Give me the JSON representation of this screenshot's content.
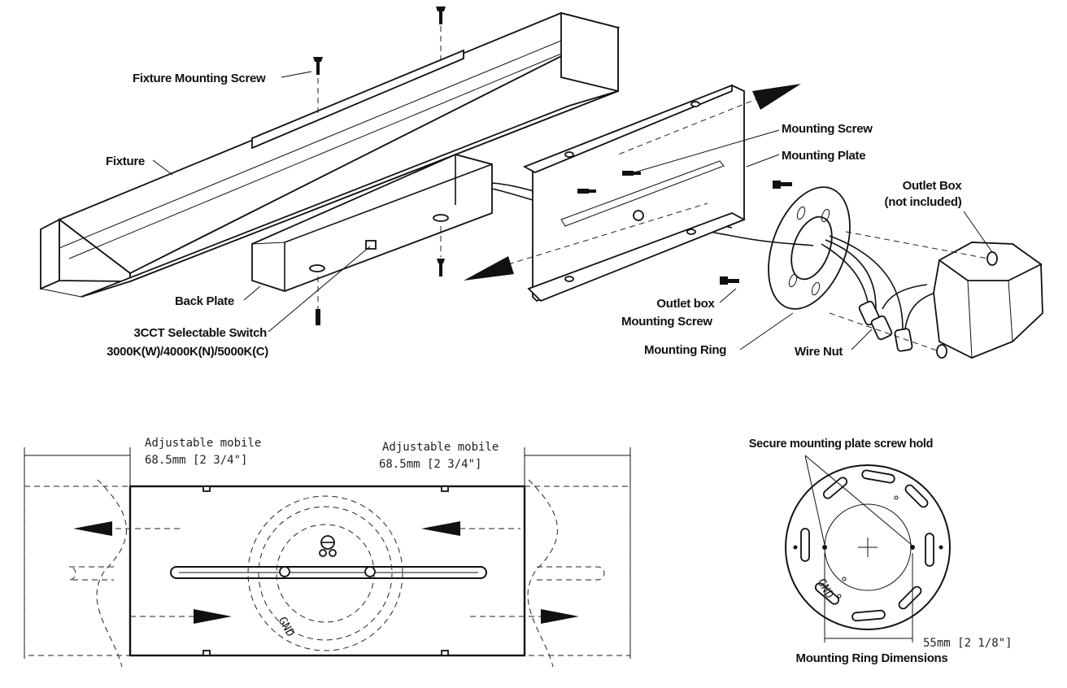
{
  "labels": {
    "fixture_mounting_screw": "Fixture Mounting Screw",
    "fixture": "Fixture",
    "back_plate": "Back Plate",
    "switch_line1": "3CCT Selectable Switch",
    "switch_line2": "3000K(W)/4000K(N)/5000K(C)",
    "mounting_screw": "Mounting Screw",
    "mounting_plate": "Mounting Plate",
    "outlet_box_line1": "Outlet Box",
    "outlet_box_line2": "(not included)",
    "outlet_screw_line1": "Outlet box",
    "outlet_screw_line2": "Mounting Screw",
    "mounting_ring": "Mounting Ring",
    "wire_nut": "Wire Nut"
  },
  "plate_view": {
    "left_adjust_line1": "Adjustable mobile",
    "left_adjust_line2": "68.5mm [2 3/4\"]",
    "right_adjust_line1": "Adjustable mobile",
    "right_adjust_line2": "68.5mm [2 3/4\"]",
    "gnd_label": "GND"
  },
  "ring_view": {
    "screw_hold_label": "Secure mounting plate screw hold",
    "dimension": "55mm [2 1/8\"]",
    "title": "Mounting Ring Dimensions",
    "gnd_label": "GND"
  }
}
